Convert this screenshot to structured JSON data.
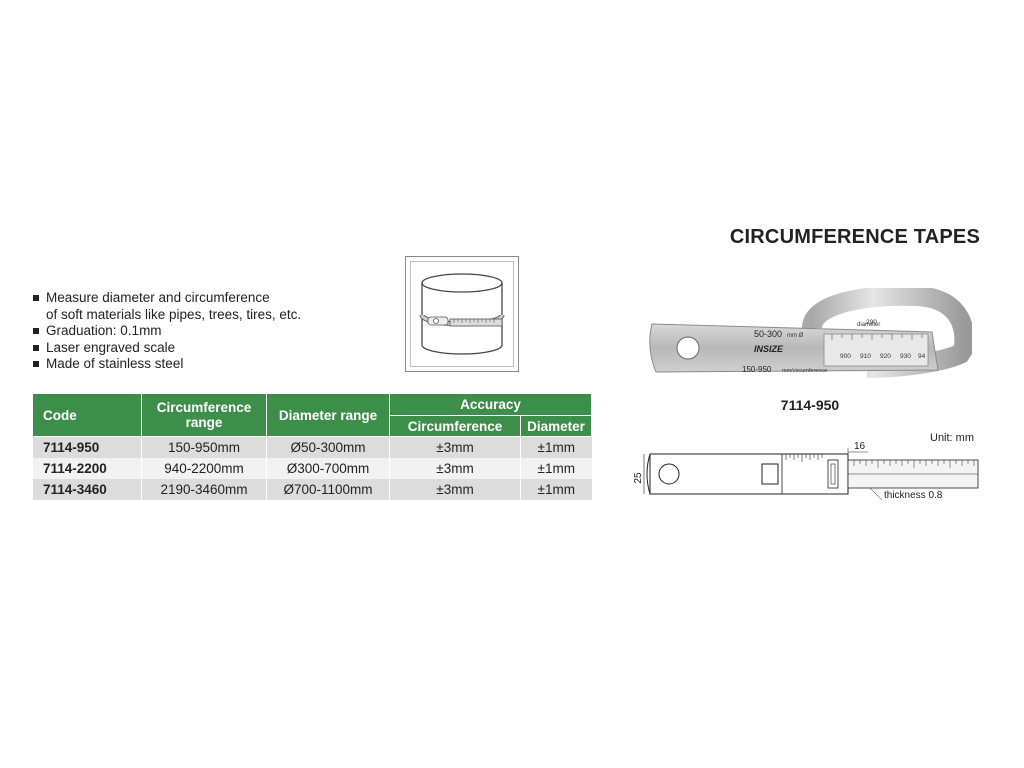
{
  "title": "CIRCUMFERENCE TAPES",
  "features": [
    {
      "line1": "Measure diameter and circumference",
      "line2": "of soft materials like pipes, trees, tires, etc."
    },
    {
      "line1": "Graduation: 0.1mm",
      "line2": ""
    },
    {
      "line1": "Laser engraved scale",
      "line2": ""
    },
    {
      "line1": "Made of stainless steel",
      "line2": ""
    }
  ],
  "table": {
    "headers": {
      "code": "Code",
      "circumference_range": "Circumference range",
      "diameter_range": "Diameter range",
      "accuracy": "Accuracy",
      "accuracy_circumference": "Circumference",
      "accuracy_diameter": "Diameter"
    },
    "rows": [
      {
        "code": "7114-950",
        "circ": "150-950mm",
        "dia": "Ø50-300mm",
        "acc_circ": "±3mm",
        "acc_dia": "±1mm"
      },
      {
        "code": "7114-2200",
        "circ": "940-2200mm",
        "dia": "Ø300-700mm",
        "acc_circ": "±3mm",
        "acc_dia": "±1mm"
      },
      {
        "code": "7114-3460",
        "circ": "2190-3460mm",
        "dia": "Ø700-1100mm",
        "acc_circ": "±3mm",
        "acc_dia": "±1mm"
      }
    ]
  },
  "photo": {
    "scale_top": "50-300",
    "scale_top_unit": "mm Ø",
    "scale_top_tag": "diameter",
    "scale_bottom": "150-950",
    "scale_bottom_unit": "mm/circumference",
    "brand": "INSIZE",
    "ring_numbers": [
      "900",
      "910",
      "920",
      "930",
      "94"
    ],
    "ring_top_number": "290"
  },
  "model_label": "7114-950",
  "drawing": {
    "unit": "Unit: mm",
    "height_dim": "25",
    "width_dim": "16",
    "thickness": "thickness 0.8"
  }
}
